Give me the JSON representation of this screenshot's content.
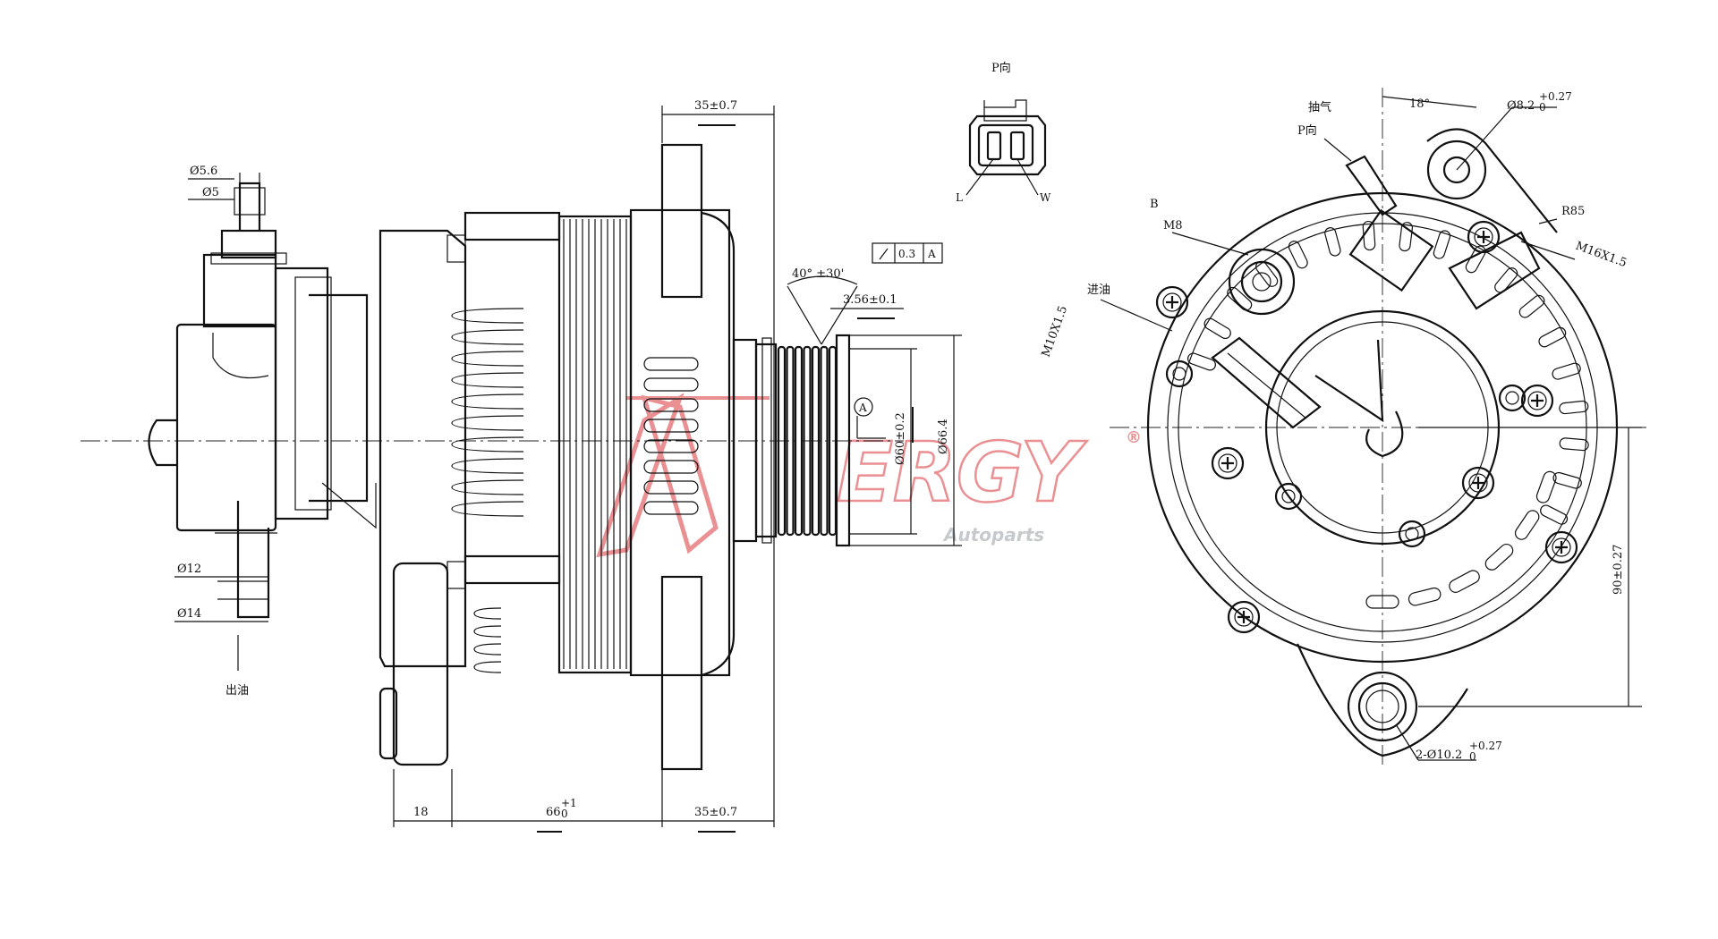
{
  "watermark": {
    "brand": "ERGY",
    "sub": "Autoparts",
    "registered": "®",
    "color": "#d9343a",
    "sub_color": "#9aa0a6"
  },
  "connector": {
    "view_label": "P向",
    "pin_l": "L",
    "pin_w": "W"
  },
  "side_view": {
    "dim_width_top": "35±0.7",
    "dim_d56": "Ø5.6",
    "dim_d5": "Ø5",
    "dim_d12": "Ø12",
    "dim_d14": "Ø14",
    "label_oil_out": "出油",
    "dim_18": "18",
    "dim_66": "66",
    "dim_66_tol": "+1",
    "dim_66_tol2": "0",
    "dim_35_bottom": "35±0.7",
    "angle_label": "40° ±30'",
    "runout_value": "0.3",
    "runout_datum": "A",
    "dim_356": "3.56±0.1",
    "datum_a": "A",
    "dim_d60": "Ø60±0.2",
    "dim_d664": "Ø66.4"
  },
  "rear_view": {
    "angle_18": "18°",
    "label_exhaust": "抽气",
    "label_p": "P向",
    "hole_d82": "Ø8.2",
    "hole_d82_tol": "+0.27",
    "hole_d82_tol2": "0",
    "label_b": "B",
    "label_m8": "M8",
    "label_r85": "R85",
    "label_m16": "M16X1.5",
    "label_m10": "M10X1.5",
    "label_oil_in": "进油",
    "dim_90": "90±0.27",
    "hole_2d102": "2-Ø10.2",
    "hole_2d102_tol": "+0.27",
    "hole_2d102_tol2": "0"
  }
}
